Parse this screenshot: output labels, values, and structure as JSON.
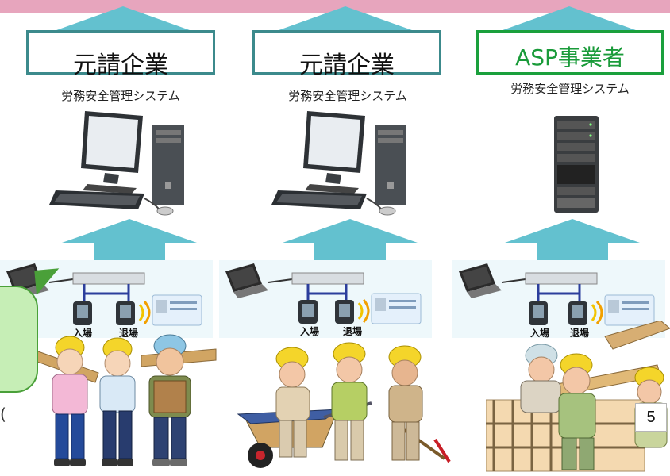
{
  "columns": [
    {
      "org": "元請企業",
      "system": "労務安全管理システム",
      "gate_in": "入場",
      "gate_out": "退場"
    },
    {
      "org": "元請企業",
      "system": "労務安全管理システム",
      "gate_in": "入場",
      "gate_out": "退場"
    },
    {
      "org": "ASP事業者",
      "system": "労務安全管理システム",
      "gate_in": "入場",
      "gate_out": "退場"
    }
  ],
  "page_number": "5",
  "colors": {
    "arrow": "#63c1cf",
    "box_border_teal": "#3c8a8c",
    "box_border_green": "#1aa03c",
    "callout_green": "#c6eeb6"
  },
  "icons": [
    "up-arrow",
    "desktop-computer-icon",
    "server-rack-icon",
    "laptop-icon",
    "network-switch-icon",
    "card-reader-icon",
    "ic-card-icon",
    "wifi-signal-icon"
  ]
}
